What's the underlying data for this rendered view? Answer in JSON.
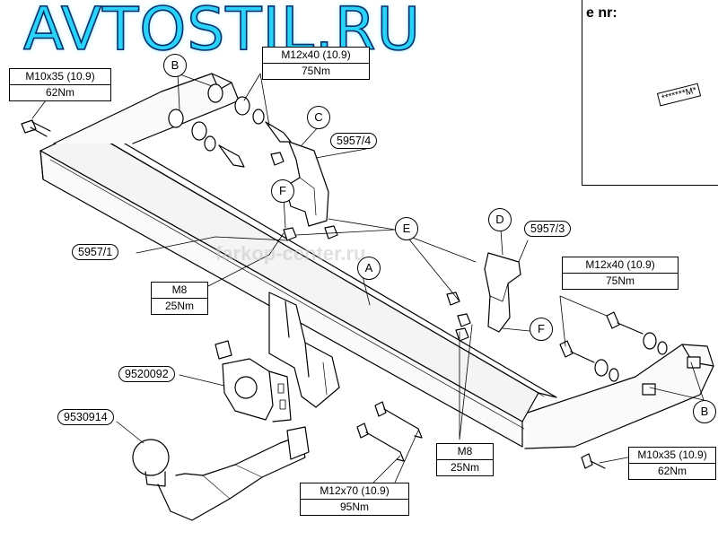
{
  "banner": {
    "text": "AVTOSTIL.RU",
    "color": "#2ad2f7",
    "outline": "#0a2d6b"
  },
  "watermark": {
    "text": "farkop-center.ru"
  },
  "sticker": {
    "header_text": "e nr:",
    "tag_text": "*******M*"
  },
  "parts": {
    "crossbar": "5957/1",
    "bracket_left": "5957/4",
    "bracket_right": "5957/3",
    "socket_plate": "9520092",
    "ball_neck": "9530914"
  },
  "letters": {
    "A": "A",
    "B_top": "B",
    "B_right": "B",
    "C": "C",
    "D": "D",
    "E": "E",
    "F_left": "F",
    "F_right": "F"
  },
  "specs": {
    "bolt_left": {
      "size": "M10x35 (10.9)",
      "torque": "62Nm"
    },
    "bolt_top": {
      "size": "M12x40 (10.9)",
      "torque": "75Nm"
    },
    "bolt_right": {
      "size": "M12x40 (10.9)",
      "torque": "75Nm"
    },
    "nut_left": {
      "size": "M8",
      "torque": "25Nm"
    },
    "nut_center": {
      "size": "M8",
      "torque": "25Nm"
    },
    "bolt_bottom": {
      "size": "M12x70 (10.9)",
      "torque": "95Nm"
    },
    "bolt_bottom_right": {
      "size": "M10x35 (10.9)",
      "torque": "62Nm"
    }
  }
}
